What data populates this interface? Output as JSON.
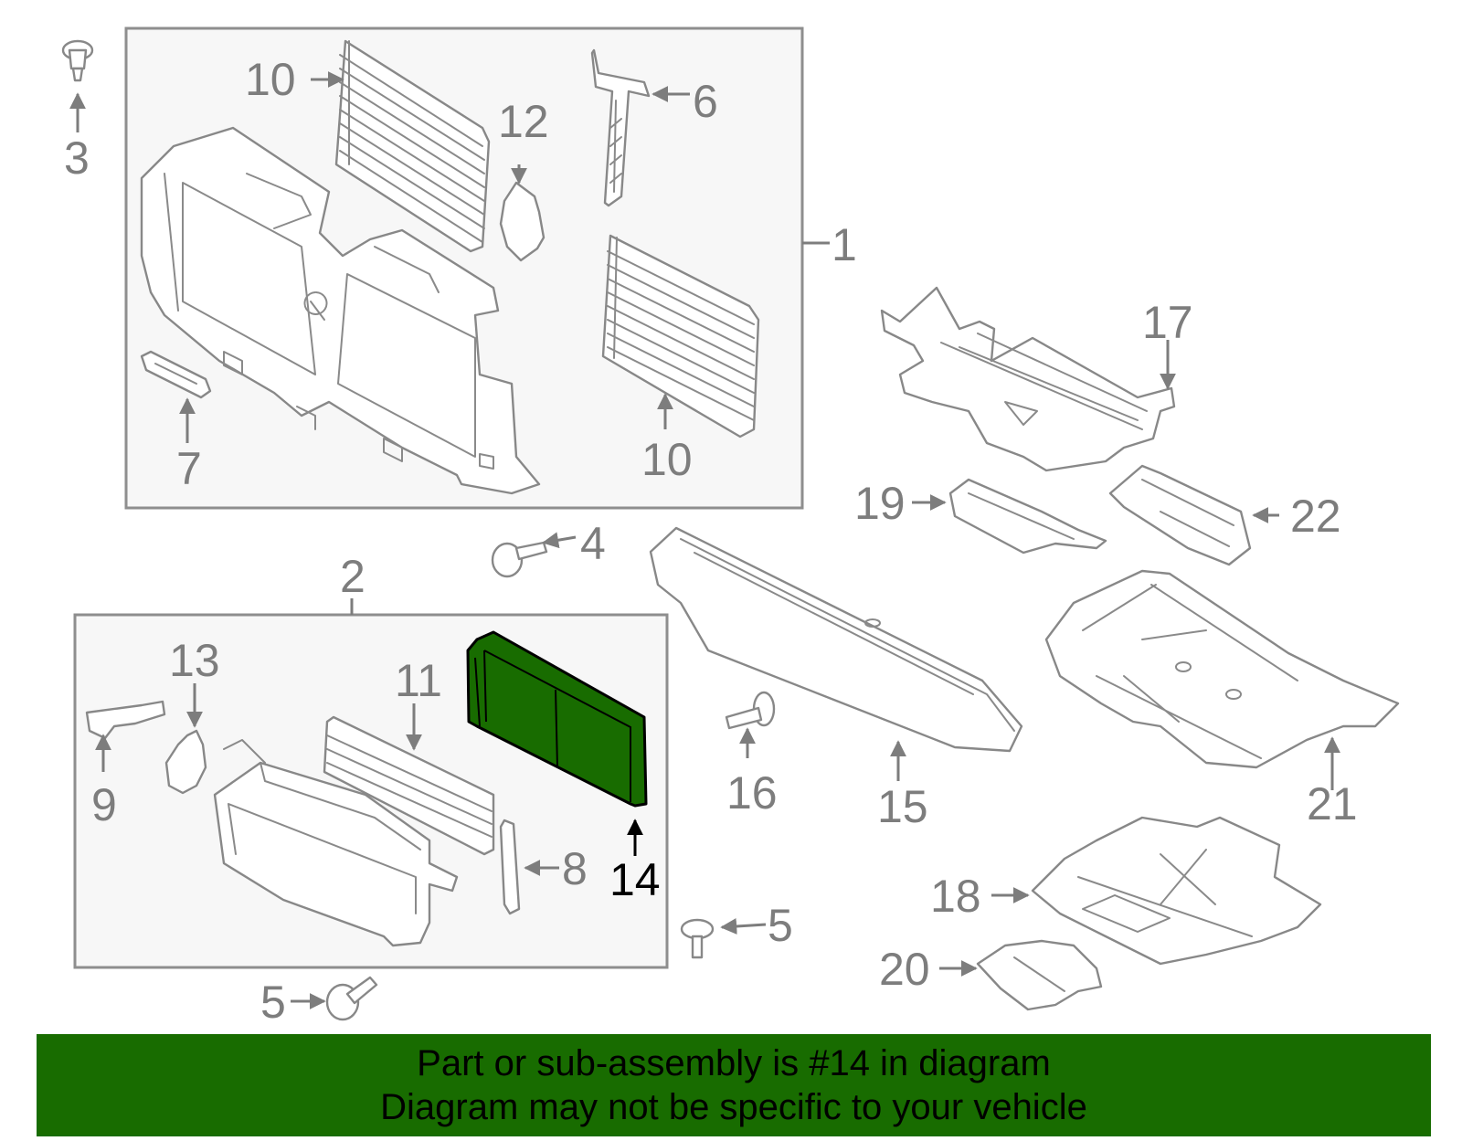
{
  "colors": {
    "highlight": "#186c00",
    "line": "#888888",
    "label": "#7d7d7d",
    "box_fill": "#f7f7f7"
  },
  "highlighted_part": "14",
  "callouts": [
    {
      "id": "1",
      "label": "1"
    },
    {
      "id": "2",
      "label": "2"
    },
    {
      "id": "3",
      "label": "3"
    },
    {
      "id": "4",
      "label": "4"
    },
    {
      "id": "5a",
      "label": "5"
    },
    {
      "id": "5b",
      "label": "5"
    },
    {
      "id": "6",
      "label": "6"
    },
    {
      "id": "7",
      "label": "7"
    },
    {
      "id": "8",
      "label": "8"
    },
    {
      "id": "9",
      "label": "9"
    },
    {
      "id": "10a",
      "label": "10"
    },
    {
      "id": "10b",
      "label": "10"
    },
    {
      "id": "11",
      "label": "11"
    },
    {
      "id": "12",
      "label": "12"
    },
    {
      "id": "13",
      "label": "13"
    },
    {
      "id": "14",
      "label": "14"
    },
    {
      "id": "15",
      "label": "15"
    },
    {
      "id": "16",
      "label": "16"
    },
    {
      "id": "17",
      "label": "17"
    },
    {
      "id": "18",
      "label": "18"
    },
    {
      "id": "19",
      "label": "19"
    },
    {
      "id": "20",
      "label": "20"
    },
    {
      "id": "21",
      "label": "21"
    },
    {
      "id": "22",
      "label": "22"
    }
  ],
  "banner": {
    "line1": "Part or sub-assembly is #14 in diagram",
    "line2": "Diagram may not be specific to your vehicle"
  }
}
